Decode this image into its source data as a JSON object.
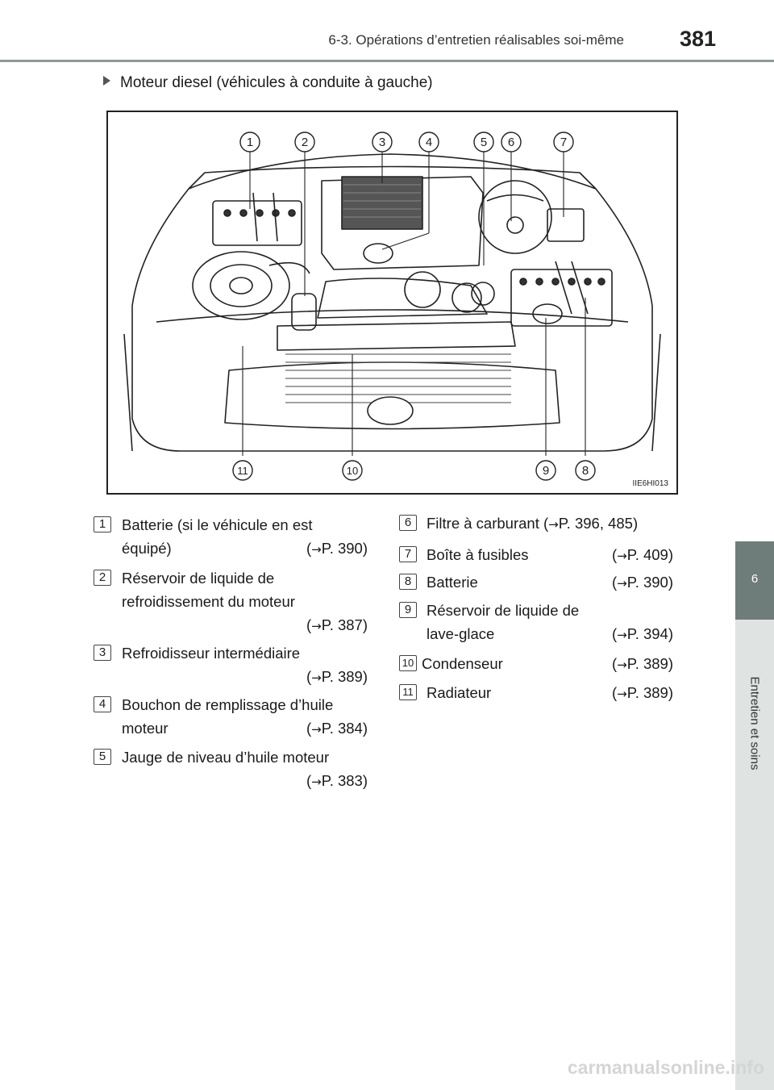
{
  "header": {
    "section": "6-3. Opérations d’entretien réalisables soi-même",
    "page_number": "381"
  },
  "side_tab": {
    "number": "6",
    "label": "Entretien et soins"
  },
  "subtitle": "Moteur diesel (véhicules à conduite à gauche)",
  "figure": {
    "code": "IIE6HI013",
    "callouts_top": [
      "1",
      "2",
      "3",
      "4",
      "5",
      "6",
      "7"
    ],
    "callouts_bottom": [
      "11",
      "10",
      "9",
      "8"
    ]
  },
  "legend_left": [
    {
      "num": "1",
      "line1": "Batterie (si le véhicule en est",
      "line2": "équipé)",
      "ref": "P. 390)"
    },
    {
      "num": "2",
      "line1": "Réservoir de liquide de",
      "line2": "refroidissement du moteur",
      "ref": "P. 387)"
    },
    {
      "num": "3",
      "line1": "Refroidisseur intermédiaire",
      "line2": "",
      "ref": "P. 389)"
    },
    {
      "num": "4",
      "line1": "Bouchon de remplissage d’huile",
      "line2": "moteur",
      "ref": "P. 384)"
    },
    {
      "num": "5",
      "line1": "Jauge de niveau d’huile moteur",
      "line2": "",
      "ref": "P. 383)"
    }
  ],
  "legend_right": [
    {
      "num": "6",
      "line1": "Filtre à carburant (",
      "ref": "P. 396, 485)"
    },
    {
      "num": "7",
      "line1": "Boîte à fusibles",
      "ref": "P. 409)"
    },
    {
      "num": "8",
      "line1": "Batterie",
      "ref": "P. 390)"
    },
    {
      "num": "9",
      "line1": "Réservoir de liquide de",
      "line2": "lave-glace",
      "ref": "P. 394)"
    },
    {
      "num": "10",
      "line1": "Condenseur",
      "ref": "P. 389)"
    },
    {
      "num": "11",
      "line1": "Radiateur",
      "ref": "P. 389)"
    }
  ],
  "ref_prefix": "(",
  "arrow_glyph": "→",
  "watermark": "carmanualsonline.info"
}
